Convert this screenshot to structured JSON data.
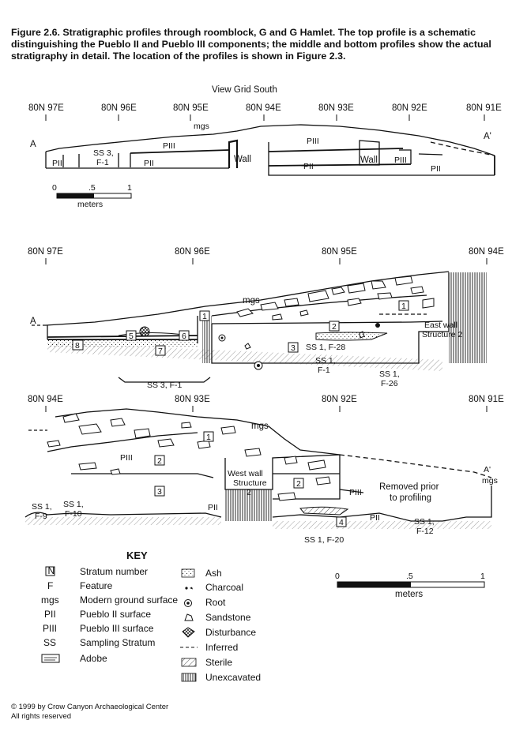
{
  "caption": "Figure 2.6.  Stratigraphic profiles through roomblock, G and G Hamlet. The top profile is a schematic distinguishing the Pueblo II and Pueblo III components; the middle and bottom profiles show the actual stratigraphy in detail. The location of the profiles is shown in Figure 2.3.",
  "view_label": "View Grid South",
  "top_profile": {
    "grid": [
      "80N 97E",
      "80N 96E",
      "80N 95E",
      "80N 94E",
      "80N 93E",
      "80N 92E",
      "80N 91E"
    ],
    "end_a": "A",
    "end_a_prime": "A'",
    "labels": {
      "mgs": "mgs",
      "pii_1": "PII",
      "ss3_a": "SS 3,",
      "ss3_b": "F-1",
      "pii_2": "PII",
      "piii_1": "PIII",
      "wall_1": "Wall",
      "piii_2": "PIII",
      "wall_2": "Wall",
      "pii_3": "PII",
      "piii_3": "PIII",
      "pii_4": "PII"
    },
    "scale": {
      "zero": "0",
      "half": ".5",
      "one": "1",
      "unit": "meters"
    }
  },
  "middle_profile": {
    "grid": [
      "80N 97E",
      "80N 96E",
      "80N 95E",
      "80N 94E"
    ],
    "end_a": "A",
    "labels": {
      "mgs": "mgs",
      "s8": "8",
      "s5": "5",
      "s7": "7",
      "s6": "6",
      "s1a": "1",
      "s1b": "1",
      "s2": "2",
      "s3": "3",
      "ss1f28": "SS 1, F-28",
      "ss1f1_a": "SS 1,",
      "ss1f1_b": "F-1",
      "ss1f26_a": "SS 1,",
      "ss1f26_b": "F-26",
      "ss3f1": "SS 3, F-1",
      "eastwall_a": "East wall",
      "eastwall_b": "Structure 2"
    }
  },
  "bottom_profile": {
    "grid": [
      "80N 94E",
      "80N 93E",
      "80N 92E",
      "80N 91E"
    ],
    "end_a_prime": "A'",
    "labels": {
      "mgs1": "mgs",
      "mgs2": "mgs",
      "s1": "1",
      "s2a": "2",
      "s2b": "2",
      "s3": "3",
      "s4": "4",
      "piii1": "PIII",
      "piii2": "PIII",
      "pii1": "PII",
      "pii2": "PII",
      "westwall_a": "West wall",
      "westwall_b": "Structure",
      "westwall_c": "2",
      "removed_a": "Removed prior",
      "removed_b": "to profiling",
      "ss1f9_a": "SS 1,",
      "ss1f9_b": "F-9",
      "ss1f10_a": "SS 1,",
      "ss1f10_b": "F-10",
      "ss1f12_a": "SS 1,",
      "ss1f12_b": "F-12",
      "ss1f20": "SS 1, F-20"
    }
  },
  "key": {
    "title": "KEY",
    "left": [
      {
        "sym": "N",
        "label": "Stratum number"
      },
      {
        "sym": "F",
        "label": "Feature"
      },
      {
        "sym": "mgs",
        "label": "Modern ground surface"
      },
      {
        "sym": "PII",
        "label": "Pueblo II surface"
      },
      {
        "sym": "PIII",
        "label": "Pueblo III surface"
      },
      {
        "sym": "SS",
        "label": "Sampling Stratum"
      },
      {
        "sym": "",
        "label": "Adobe"
      }
    ],
    "right": [
      "Ash",
      "Charcoal",
      "Root",
      "Sandstone",
      "Disturbance",
      "Inferred",
      "Sterile",
      "Unexcavated"
    ]
  },
  "bottom_scale": {
    "zero": "0",
    "half": ".5",
    "one": "1",
    "unit": "meters"
  },
  "copyright": [
    "© 1999 by Crow Canyon Archaeological Center",
    "All rights reserved"
  ]
}
